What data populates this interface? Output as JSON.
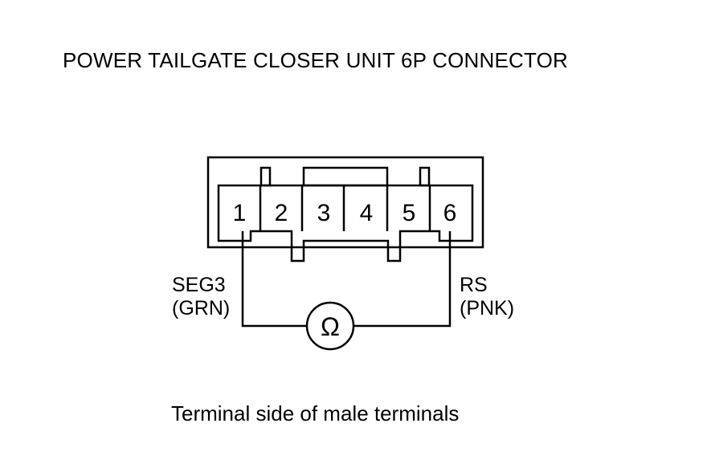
{
  "title": "POWER TAILGATE CLOSER UNIT 6P CONNECTOR",
  "caption": "Terminal side of male terminals",
  "terminals": [
    "1",
    "2",
    "3",
    "4",
    "5",
    "6"
  ],
  "meter_symbol": "Ω",
  "left_wire": {
    "terminal": "1",
    "name": "SEG3",
    "color": "(GRN)"
  },
  "right_wire": {
    "terminal": "6",
    "name": "RS",
    "color": "(PNK)"
  }
}
